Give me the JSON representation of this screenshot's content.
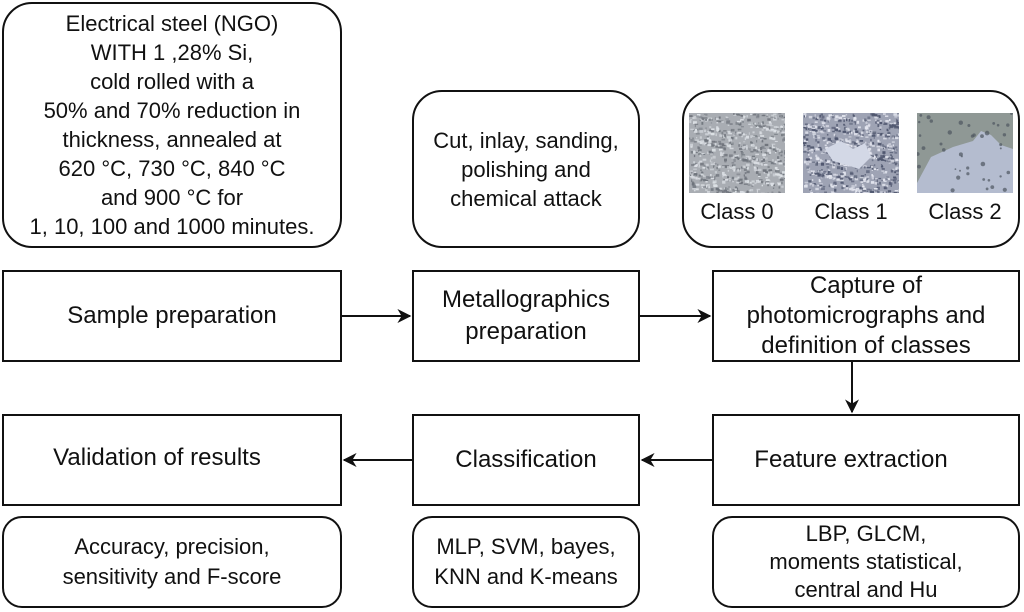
{
  "notes": {
    "material": "Electrical steel (NGO)\nWITH 1 ,28% Si,\ncold rolled with a\n50% and 70% reduction in\nthickness, annealed at\n620 °C, 730 °C, 840 °C\nand 900 °C for\n1, 10, 100 and 1000 minutes.",
    "metallography": "Cut, inlay, sanding,\npolishing and\nchemical attack",
    "classes": [
      {
        "label": "Class 0",
        "image": "micrograph-fine-grain"
      },
      {
        "label": "Class 1",
        "image": "micrograph-mixed-grain"
      },
      {
        "label": "Class 2",
        "image": "micrograph-coarse-grain"
      }
    ],
    "metrics": "Accuracy, precision,\nsensitivity and F-score",
    "classifiers": "MLP, SVM, bayes,\nKNN and K-means",
    "features": "LBP, GLCM,\nmoments statistical,\ncentral and Hu"
  },
  "steps": {
    "sample_preparation": "Sample preparation",
    "metallographics_preparation": "Metallographics\npreparation",
    "capture": "Capture of\nphotomicrographs and\ndefinition of classes",
    "feature_extraction": "Feature extraction",
    "classification": "Classification",
    "validation": "Validation of results"
  },
  "flow": [
    {
      "from": "Sample preparation",
      "to": "Metallographics preparation"
    },
    {
      "from": "Metallographics preparation",
      "to": "Capture of photomicrographs and definition of classes"
    },
    {
      "from": "Capture of photomicrographs and definition of classes",
      "to": "Feature extraction"
    },
    {
      "from": "Feature extraction",
      "to": "Classification"
    },
    {
      "from": "Classification",
      "to": "Validation of results"
    }
  ],
  "colors": {
    "stroke": "#111111",
    "background": "#ffffff"
  }
}
